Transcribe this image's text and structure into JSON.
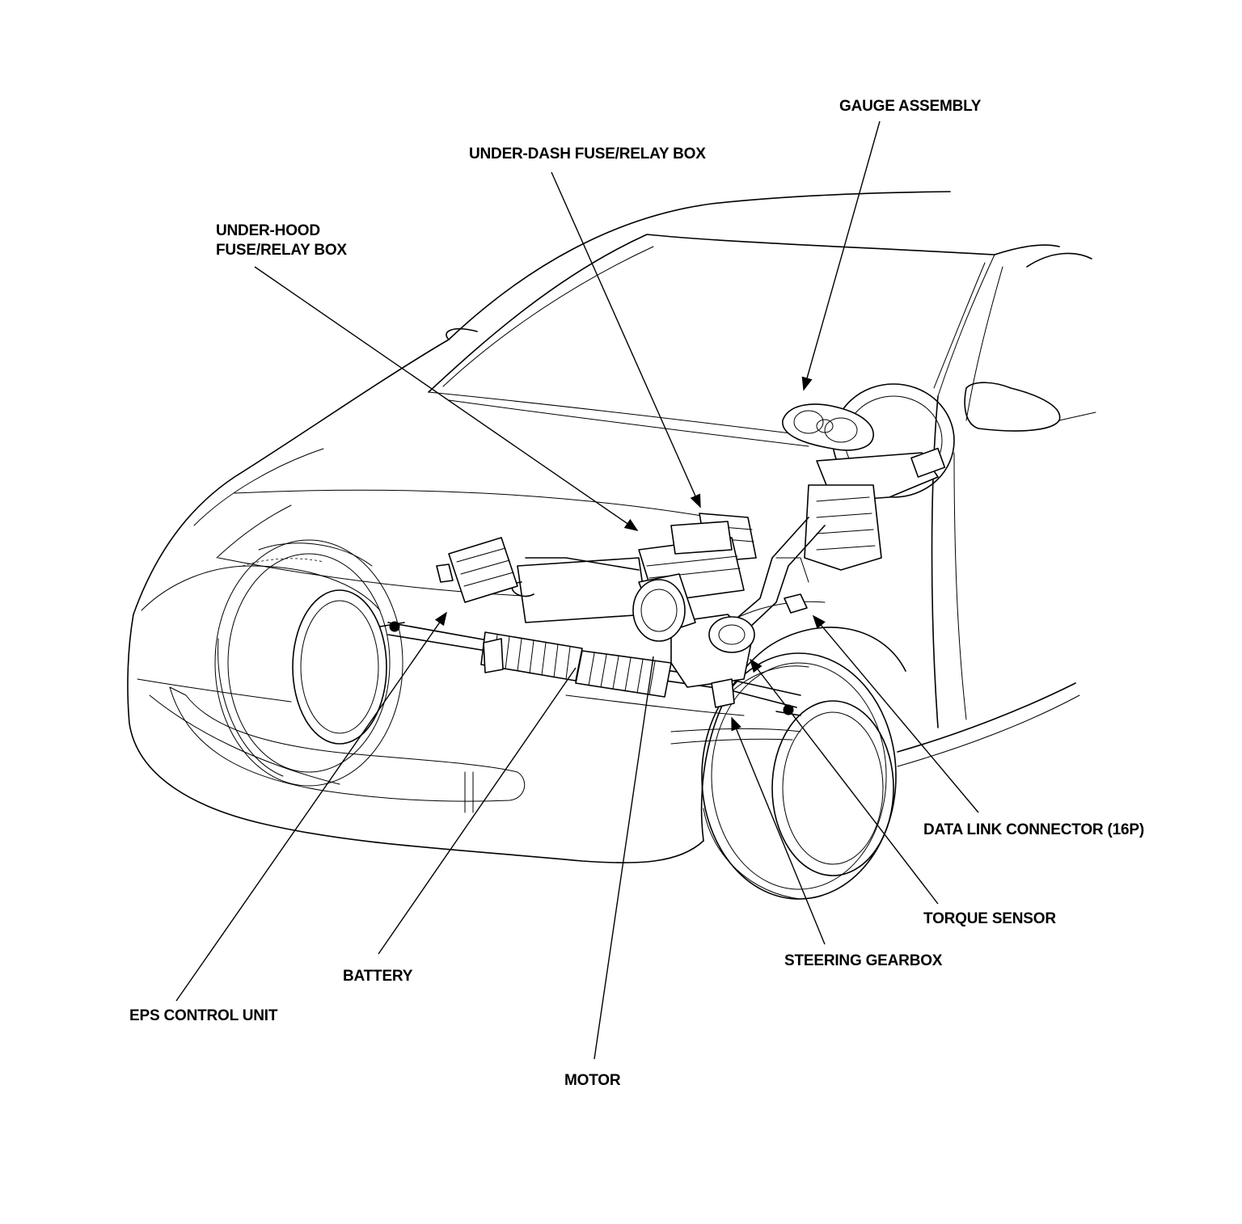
{
  "diagram": {
    "callouts": {
      "gauge_assembly": "GAUGE ASSEMBLY",
      "under_dash_fuse_relay_box": "UNDER-DASH FUSE/RELAY BOX",
      "under_hood_fuse_relay_box_line1": "UNDER-HOOD",
      "under_hood_fuse_relay_box_line2": "FUSE/RELAY BOX",
      "data_link_connector": "DATA LINK CONNECTOR (16P)",
      "torque_sensor": "TORQUE SENSOR",
      "steering_gearbox": "STEERING GEARBOX",
      "battery": "BATTERY",
      "eps_control_unit": "EPS CONTROL UNIT",
      "motor": "MOTOR"
    },
    "line_color": "#000000",
    "background_color": "#ffffff"
  }
}
